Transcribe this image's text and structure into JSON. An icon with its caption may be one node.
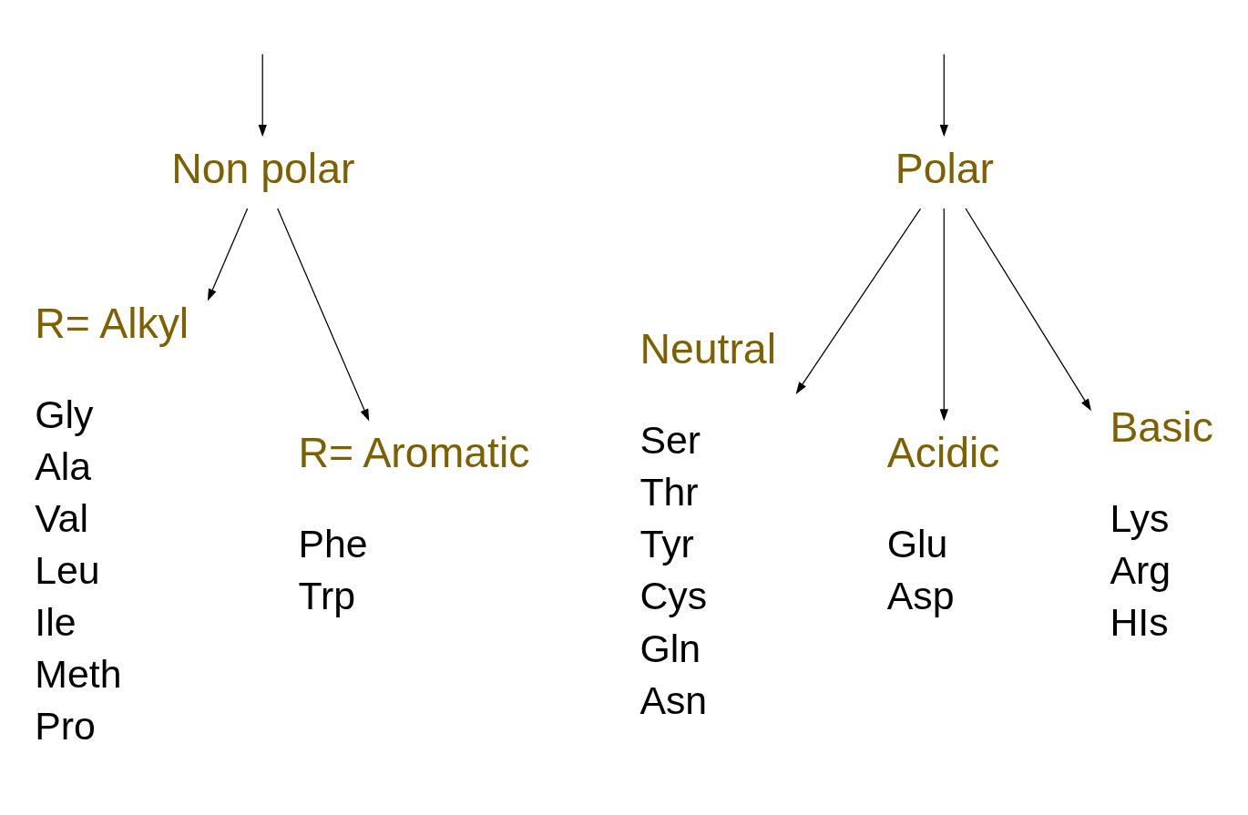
{
  "diagram": {
    "nodes": [
      {
        "text": [
          "Non polar"
        ]
      },
      {
        "text": [
          "Polar"
        ]
      },
      {
        "text": [
          "R= Alkyl"
        ],
        "beside": [
          "Gly",
          "Ala",
          "Val",
          "Leu",
          "Ile",
          "Meth",
          "Pro"
        ]
      },
      {
        "text": [
          "R= Aromatic"
        ],
        "beside": [
          "Phe",
          "Trp"
        ]
      },
      {
        "text": [
          "Neutral"
        ],
        "beside": [
          "Ser",
          "Thr",
          "Tyr",
          "Cys",
          "Gln",
          "Asn"
        ]
      },
      {
        "text": [
          "Acidic"
        ],
        "beside": [
          "Glu",
          "Asp"
        ]
      },
      {
        "text": [
          "Basic"
        ],
        "beside": [
          "Lys",
          "Arg",
          "HIs"
        ]
      }
    ],
    "edges": [
      {
        "from": null,
        "to": 0,
        "arrow": "to"
      },
      {
        "from": null,
        "to": 1,
        "arrow": "to"
      },
      {
        "from": 0,
        "to": 2,
        "arrow": "to"
      },
      {
        "from": 0,
        "to": 3,
        "arrow": "to"
      },
      {
        "from": 1,
        "to": 4,
        "arrow": "to"
      },
      {
        "from": 1,
        "to": 5,
        "arrow": "to"
      },
      {
        "from": 1,
        "to": 6,
        "arrow": "to"
      }
    ]
  }
}
